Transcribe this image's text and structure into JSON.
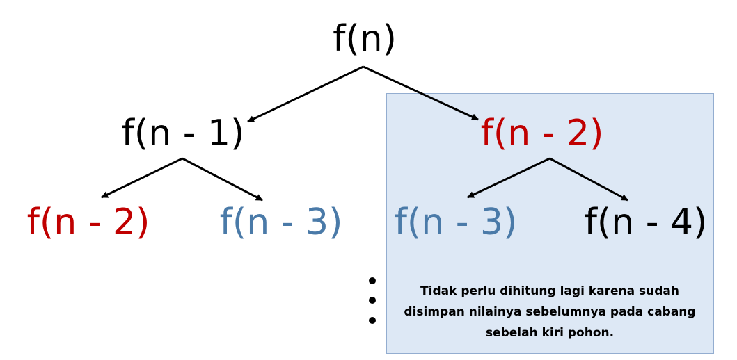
{
  "colors": {
    "default": "#000000",
    "recomputed": "#c00000",
    "memoized": "#4a7aa8",
    "highlight_fill": "#dde8f5",
    "highlight_border": "#93add0",
    "arrow": "#000000"
  },
  "nodes": {
    "root": {
      "label": "f(n)",
      "color": "#000000"
    },
    "left": {
      "label": "f(n - 1)",
      "color": "#000000"
    },
    "right": {
      "label": "f(n - 2)",
      "color": "#c00000"
    },
    "left_left": {
      "label": "f(n - 2)",
      "color": "#c00000"
    },
    "left_right": {
      "label": "f(n - 3)",
      "color": "#4a7aa8"
    },
    "right_left": {
      "label": "f(n - 3)",
      "color": "#4a7aa8"
    },
    "right_right": {
      "label": "f(n - 4)",
      "color": "#000000"
    }
  },
  "edges": [
    {
      "from": "root",
      "to": "left"
    },
    {
      "from": "root",
      "to": "right"
    },
    {
      "from": "left",
      "to": "left_left"
    },
    {
      "from": "left",
      "to": "left_right"
    },
    {
      "from": "right",
      "to": "right_left"
    },
    {
      "from": "right",
      "to": "right_right"
    }
  ],
  "note": {
    "text": "Tidak perlu dihitung lagi karena sudah disimpan nilainya sebelumnya pada cabang sebelah kiri pohon."
  }
}
